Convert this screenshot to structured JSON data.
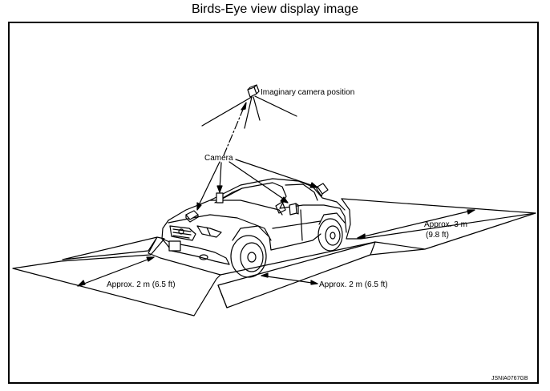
{
  "title": "Birds-Eye view display image",
  "labels": {
    "imaginary_camera": "Imaginary camera position",
    "camera": "Camera",
    "approx_3m": "Approx. 3 m",
    "approx_3m_ft": "(9.8 ft)",
    "approx_2m_left": "Approx. 2 m (6.5 ft)",
    "approx_2m_right": "Approx. 2 m (6.5 ft)",
    "figure_code": "JSNIA0767GB"
  }
}
